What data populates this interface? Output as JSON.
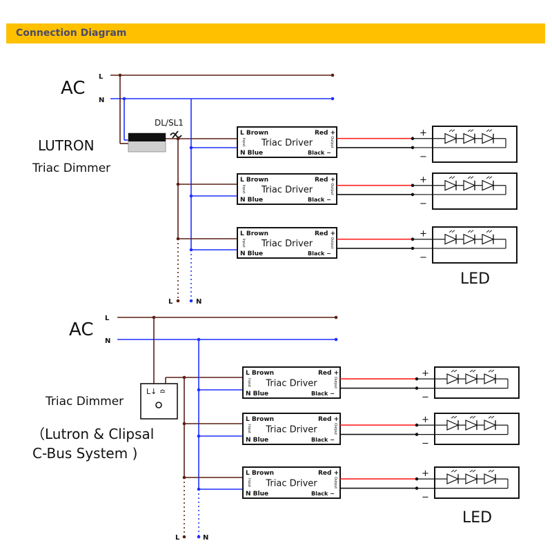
{
  "header": {
    "title": "Connection Diagram"
  },
  "colors": {
    "header_bg": "#FFC000",
    "live": "#5a1e14",
    "neutral": "#1f2fff",
    "positive": "#ff2020",
    "negative": "#111111"
  },
  "wiring": {
    "ac": "AC",
    "live": "L",
    "neutral": "N"
  },
  "driver": {
    "name": "Triac Driver",
    "in_l": "L Brown",
    "in_n": "N Blue",
    "out_pos": "Red +",
    "out_neg": "Black −",
    "input": "Input",
    "output": "Output"
  },
  "led": {
    "label": "LED",
    "plus": "+",
    "minus": "−"
  },
  "top": {
    "brand": "LUTRON",
    "dimmer": "Triac Dimmer",
    "dimmer_model": "DL/SL1"
  },
  "bottom": {
    "dimmer": "Triac Dimmer",
    "system_line1": "（Lutron & Clipsal",
    "system_line2": "C-Bus System )",
    "dimmer_symbol": "L↓ ≏"
  }
}
